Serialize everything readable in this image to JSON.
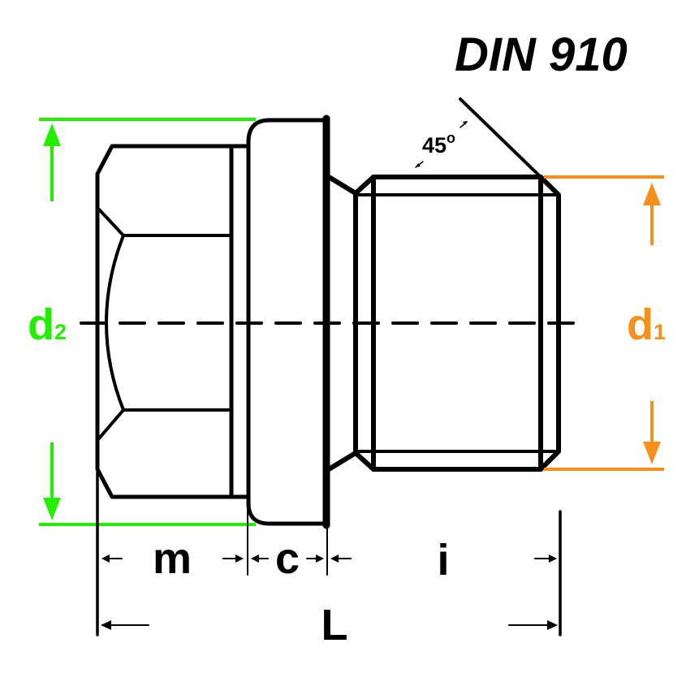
{
  "title": "DIN 910",
  "angle": {
    "value": "45",
    "unit": "o"
  },
  "dimensions": {
    "d2": {
      "letter": "d",
      "sub": "2"
    },
    "d1": {
      "letter": "d",
      "sub": "1"
    },
    "m": "m",
    "c": "c",
    "i": "i",
    "L": "L"
  },
  "colors": {
    "outline": "#000000",
    "d2": "#22ee00",
    "d1": "#f5901a",
    "background": "#ffffff"
  }
}
